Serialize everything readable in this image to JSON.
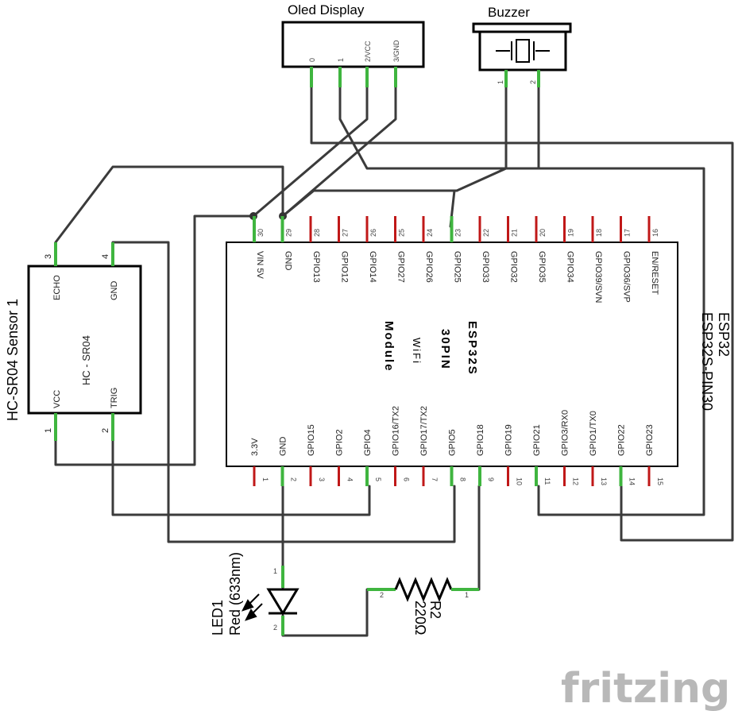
{
  "oled": {
    "title": "Oled Display",
    "pins": [
      "0",
      "1",
      "2/VCC",
      "3/GND"
    ]
  },
  "buzzer": {
    "title": "Buzzer",
    "pins": [
      "1",
      "2"
    ]
  },
  "sensor": {
    "name": "HC-SR04 Sensor 1",
    "model": "HC - SR04",
    "pin_labels": [
      "ECHO",
      "GND",
      "VCC",
      "TRIG"
    ],
    "pin_numbers": [
      "3",
      "4",
      "1",
      "2"
    ]
  },
  "esp32": {
    "name": "ESP32",
    "variant": "ESP32S-PIN30",
    "body_lines": [
      "ESP32S",
      "30PIN",
      "WiFi",
      "Module"
    ],
    "top_pins": [
      {
        "num": "30",
        "label": "VIN 5V"
      },
      {
        "num": "29",
        "label": "GND"
      },
      {
        "num": "28",
        "label": "GPIO13"
      },
      {
        "num": "27",
        "label": "GPIO12"
      },
      {
        "num": "26",
        "label": "GPIO14"
      },
      {
        "num": "25",
        "label": "GPIO27"
      },
      {
        "num": "24",
        "label": "GPIO26"
      },
      {
        "num": "23",
        "label": "GPIO25"
      },
      {
        "num": "22",
        "label": "GPIO33"
      },
      {
        "num": "21",
        "label": "GPIO32"
      },
      {
        "num": "20",
        "label": "GPIO35"
      },
      {
        "num": "19",
        "label": "GPIO34"
      },
      {
        "num": "18",
        "label": "GPIO39/SVN"
      },
      {
        "num": "17",
        "label": "GPIO36/SVP"
      },
      {
        "num": "16",
        "label": "EN/RESET"
      }
    ],
    "bottom_pins": [
      {
        "num": "1",
        "label": "3.3V"
      },
      {
        "num": "2",
        "label": "GND"
      },
      {
        "num": "3",
        "label": "GPIO15"
      },
      {
        "num": "4",
        "label": "GPIO2"
      },
      {
        "num": "5",
        "label": "GPIO4"
      },
      {
        "num": "6",
        "label": "GPIO16/TX2"
      },
      {
        "num": "7",
        "label": "GPIO17/TX2"
      },
      {
        "num": "8",
        "label": "GPIO5"
      },
      {
        "num": "9",
        "label": "GPIO18"
      },
      {
        "num": "10",
        "label": "GPIO19"
      },
      {
        "num": "11",
        "label": "GPIO21"
      },
      {
        "num": "12",
        "label": "GPIO3/RX0"
      },
      {
        "num": "13",
        "label": "GPIO1/TX0"
      },
      {
        "num": "14",
        "label": "GPIO22"
      },
      {
        "num": "15",
        "label": "GPIO23"
      }
    ]
  },
  "led": {
    "name": "LED1",
    "spec": "Red (633nm)",
    "pins": [
      "1",
      "2"
    ]
  },
  "resistor": {
    "name": "R2",
    "value": "220Ω",
    "pins": [
      "2",
      "1"
    ]
  },
  "watermark": "fritzing",
  "colors": {
    "connected_pin": "#3fb53f",
    "unconnected_pin": "#c01818",
    "wire": "#3b3b3b"
  }
}
